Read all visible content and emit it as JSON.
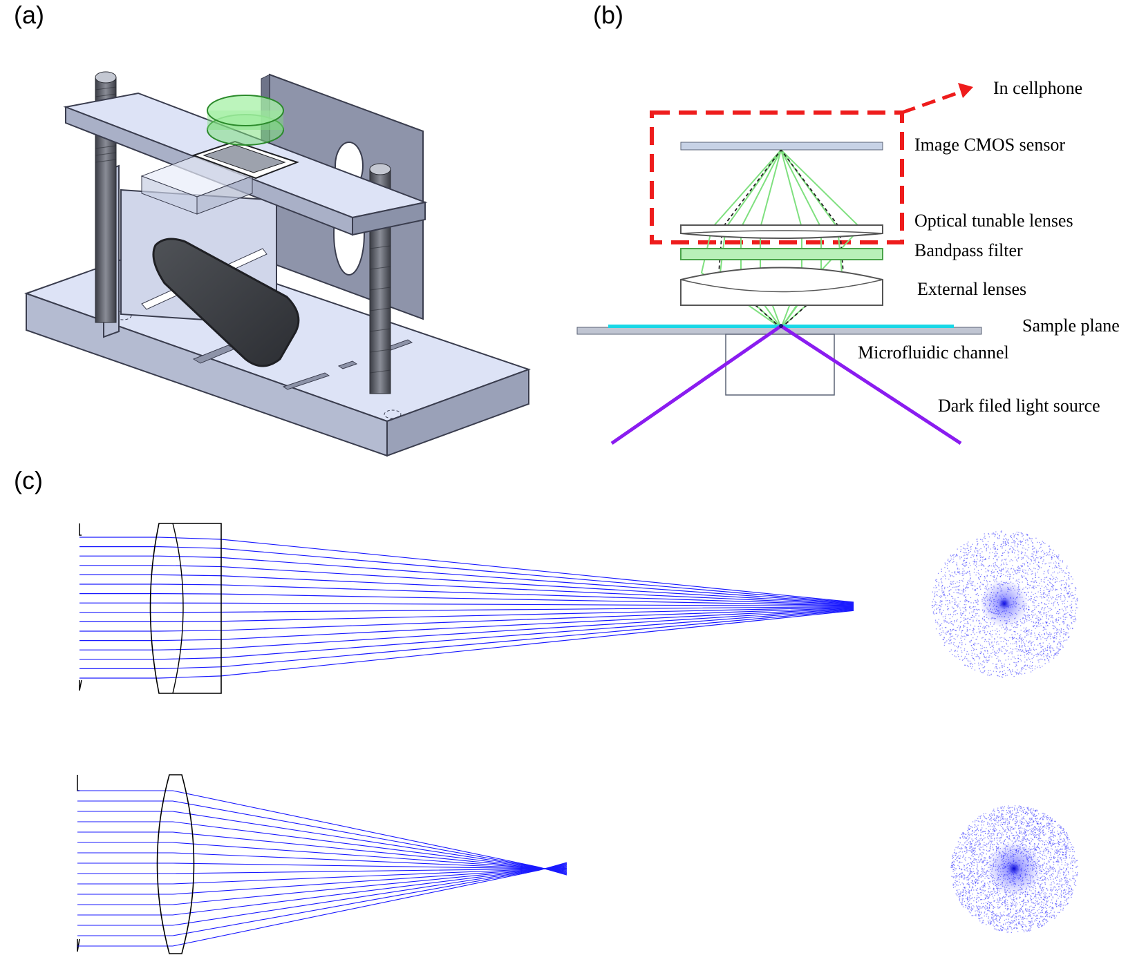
{
  "panels": {
    "a": "(a)",
    "b": "(b)",
    "c": "(c)"
  },
  "schematic_labels": {
    "in_cellphone": "In cellphone",
    "cmos": "Image CMOS sensor",
    "tunable": "Optical tunable  lenses",
    "filter": "Bandpass filter",
    "external": "External lenses",
    "sample": "Sample plane",
    "channel": "Microfluidic channel",
    "light": "Dark filed light source"
  },
  "colors": {
    "ray_blue": "#1a1aff",
    "ray_green": "#7fe07f",
    "filter_green": "#b9f0b9",
    "sample_cyan": "#19d7e6",
    "light_purple": "#8a1cf0",
    "dash_red": "#ee1c1c",
    "device_body": "#d6dcf0",
    "device_edge": "#3a3d4e"
  }
}
